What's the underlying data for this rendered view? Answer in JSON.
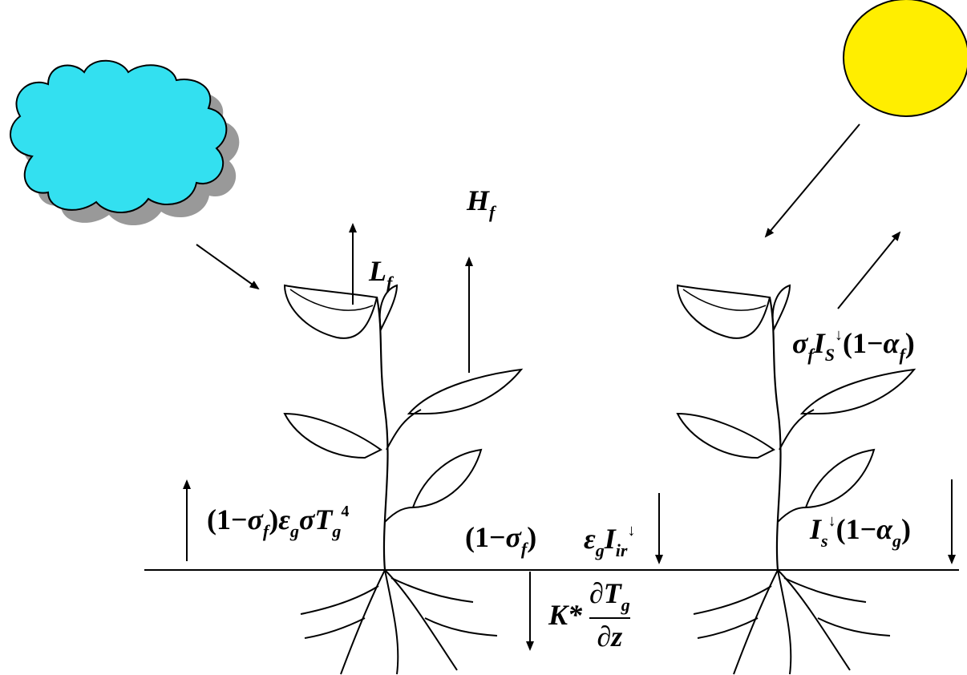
{
  "labels": {
    "Hf": {
      "base": "H",
      "sub": "f"
    },
    "Lf": {
      "base": "L",
      "sub": "f"
    },
    "reflected": {
      "sigma": "σ",
      "sigma_sub": "f",
      "I": "I",
      "I_sub": "S",
      "down": "↓",
      "paren_open": "(1−",
      "alpha": "α",
      "alpha_sub": "f",
      "paren_close": ")"
    },
    "ground_emit": {
      "paren": "(1−",
      "sigma": "σ",
      "sigma_sub": "f",
      "close": ")",
      "eps": "ε",
      "eps_sub": "g",
      "sig2": "σ",
      "T": "T",
      "T_sub": "g",
      "T_sup": "4"
    },
    "ground_ir_factor": {
      "paren": "(1−",
      "sigma": "σ",
      "sigma_sub": "f",
      "close": ")"
    },
    "ground_ir": {
      "eps": "ε",
      "eps_sub": "g",
      "I": "I",
      "I_sub": "ir",
      "down": "↓"
    },
    "ground_solar": {
      "I": "I",
      "I_sub": "s",
      "down": "↓",
      "paren": "(1−",
      "alpha": "α",
      "alpha_sub": "g",
      "close": ")"
    },
    "conduction": {
      "K": "K*",
      "num": "∂T",
      "num_sub": "g",
      "den": "∂z"
    }
  },
  "colors": {
    "cloud": "#33e0f0",
    "cloud_shadow": "#999999",
    "sun": "#ffee00",
    "line": "#000000"
  },
  "icons": [
    "cloud-icon",
    "sun-icon",
    "plant-icon"
  ]
}
